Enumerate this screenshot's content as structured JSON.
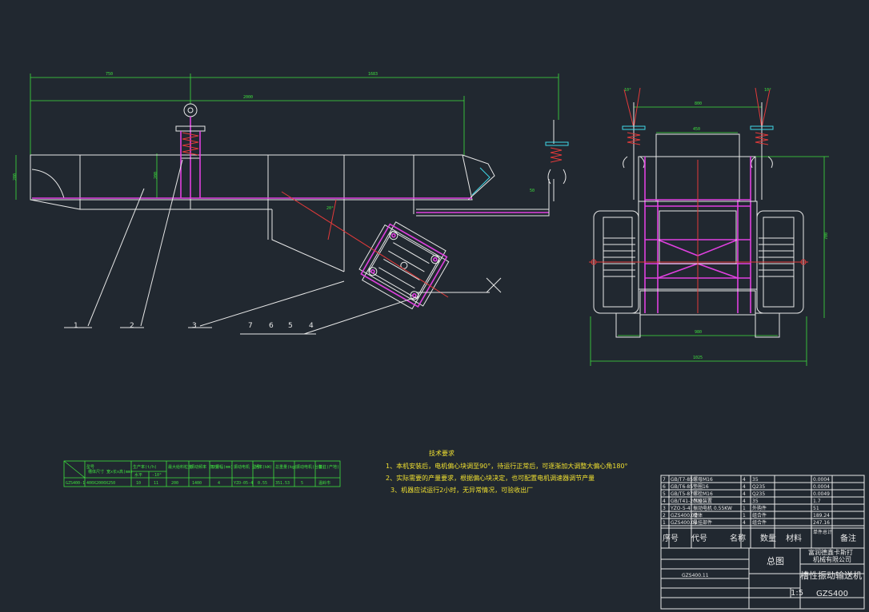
{
  "front_view": {
    "dims": {
      "d1": "750",
      "d2": "1683",
      "d3": "2000",
      "d4": "200",
      "d5": "200",
      "d6": "50",
      "angle": "20°"
    },
    "balloons": [
      "1",
      "2",
      "3",
      "7",
      "6",
      "5",
      "4"
    ]
  },
  "side_view": {
    "dims": {
      "angle_left": "10°",
      "angle_right": "10°",
      "top1": "800",
      "top2": "450",
      "height": "700",
      "bottom1": "980",
      "bottom2": "1025"
    }
  },
  "spec_table": {
    "headers": [
      "型号",
      "槽体尺寸 宽x长x高(mm)",
      "生产率(t/h)",
      "最大给料粒度",
      "振动频率 次/分",
      "双振幅(mm)",
      "振动电机 型号",
      "功率(kW)",
      "总重量(kg)",
      "振动电机(台数)",
      "备注(产地)"
    ],
    "sub": [
      "水平",
      "-10°"
    ],
    "row": [
      "GZS400-1",
      "400X2000X250",
      "10",
      "11",
      "200",
      "1400",
      "4",
      "YZO-05-4",
      "0.55",
      "351.53",
      "5",
      "温岭市"
    ]
  },
  "notes": {
    "title": "技术要求",
    "items": [
      "1、本机安装后，电机偏心块调至90°，待运行正常后，可逐渐加大调整大偏心角180°",
      "2、实际需要的产量要求，根据偏心块决定，也可配置电机调速器调节产量",
      "3、机器应试运行2小时，无异常情况，可验收出厂"
    ]
  },
  "bom": {
    "rows": [
      {
        "no": "7",
        "code": "GB/T7-85",
        "name": "螺母M16",
        "qty": "4",
        "mat": "35",
        "note": "0.0004"
      },
      {
        "no": "6",
        "code": "GB/T6-85",
        "name": "垫圈16",
        "qty": "4",
        "mat": "Q235",
        "note": "0.0004"
      },
      {
        "no": "5",
        "code": "GB/T5-87",
        "name": "螺栓M16",
        "qty": "4",
        "mat": "Q235",
        "note": "0.0049"
      },
      {
        "no": "4",
        "code": "GB/T41-2000",
        "name": "吊挂装置",
        "qty": "4",
        "mat": "35",
        "note": "1.7"
      },
      {
        "no": "3",
        "code": "YZO-5-4",
        "name": "振动电机 0.55KW",
        "qty": "1",
        "mat": "外购件",
        "note": "51"
      },
      {
        "no": "2",
        "code": "GZS400.02",
        "name": "槽体",
        "qty": "1",
        "mat": "组合件",
        "note": "189.24"
      },
      {
        "no": "1",
        "code": "GZS400.01",
        "name": "悬挂部件",
        "qty": "4",
        "mat": "组合件",
        "note": "247.16"
      }
    ],
    "header": {
      "no": "序号",
      "code": "代号",
      "name": "名称",
      "qty": "数量",
      "mat": "材料",
      "unit": "单件",
      "total": "总计",
      "note": "备注"
    }
  },
  "title_block": {
    "drawing_name": "总图",
    "company_line1": "富润德鑫卡斯打",
    "company_line2": "机械有限公司",
    "product": "槽性振动输送机",
    "scale": "1:5",
    "code": "GZS400",
    "small": "GZS400.11"
  }
}
